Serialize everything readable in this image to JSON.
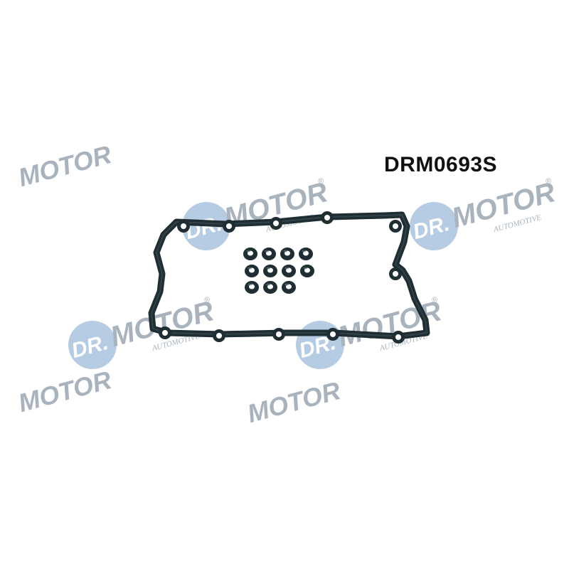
{
  "product": {
    "code": "DRM0693S"
  },
  "watermark": {
    "brand_main": "DR.MOTOR",
    "brand_sub": "AUTOMOTIVE",
    "mark": "®",
    "logo_color": "#a9c3dd",
    "text_color": "#9aa6b2"
  },
  "image": {
    "subject": "valve-cover-gasket-set",
    "gasket_color": "#1f2e33",
    "seal_count": 11
  }
}
